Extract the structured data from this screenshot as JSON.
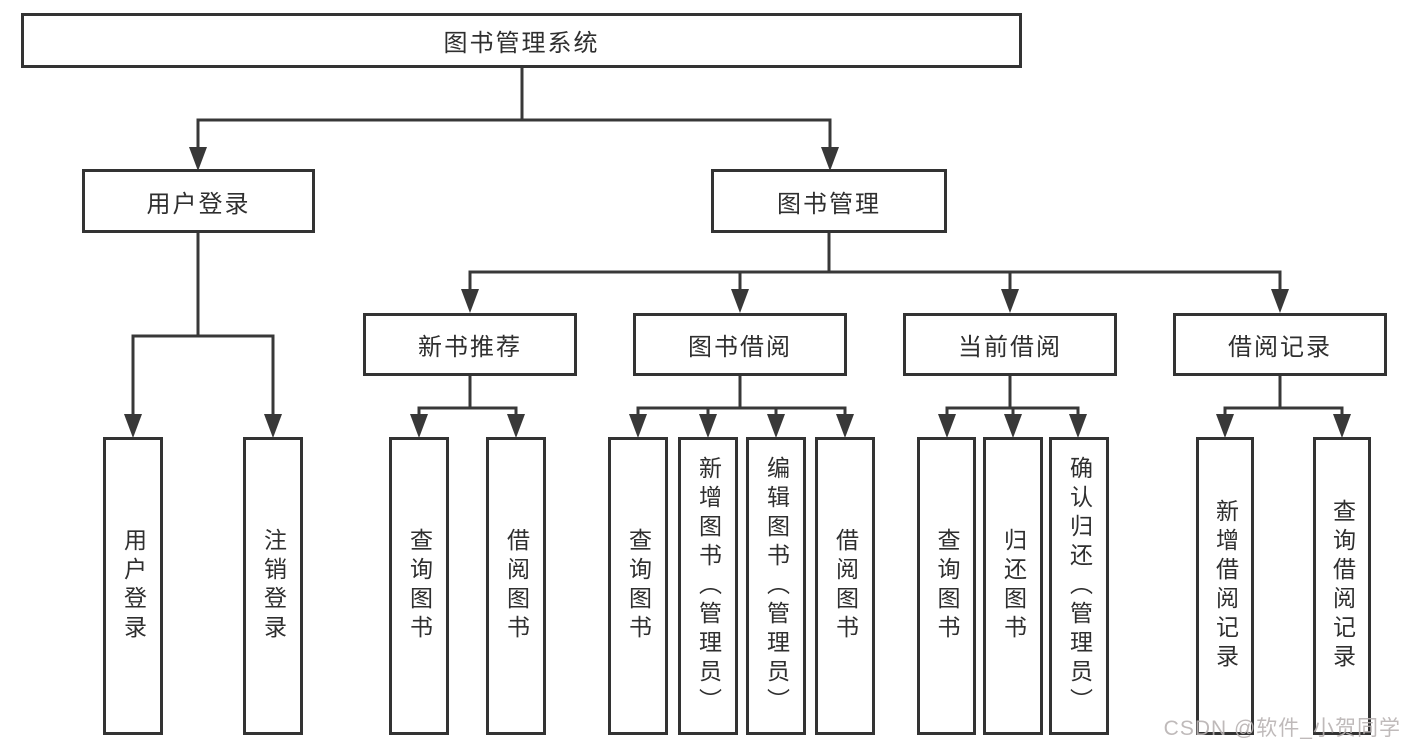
{
  "diagram": {
    "root": {
      "label": "图书管理系统"
    },
    "level2": [
      {
        "label": "用户登录"
      },
      {
        "label": "图书管理"
      }
    ],
    "level3": [
      {
        "label": "新书推荐"
      },
      {
        "label": "图书借阅"
      },
      {
        "label": "当前借阅"
      },
      {
        "label": "借阅记录"
      }
    ],
    "leaves": [
      {
        "label": "用户登录"
      },
      {
        "label": "注销登录"
      },
      {
        "label": "查询图书"
      },
      {
        "label": "借阅图书"
      },
      {
        "label": "查询图书"
      },
      {
        "label": "新增图书（管理员）"
      },
      {
        "label": "编辑图书（管理员）"
      },
      {
        "label": "借阅图书"
      },
      {
        "label": "查询图书"
      },
      {
        "label": "归还图书"
      },
      {
        "label": "确认归还（管理员）"
      },
      {
        "label": "新增借阅记录"
      },
      {
        "label": "查询借阅记录"
      }
    ]
  },
  "watermark": "CSDN @软件_小贺同学",
  "colors": {
    "line": "#383838",
    "border": "#333333",
    "text": "#2f2f2f",
    "watermark": "#b9b3b3",
    "background": "#ffffff"
  }
}
